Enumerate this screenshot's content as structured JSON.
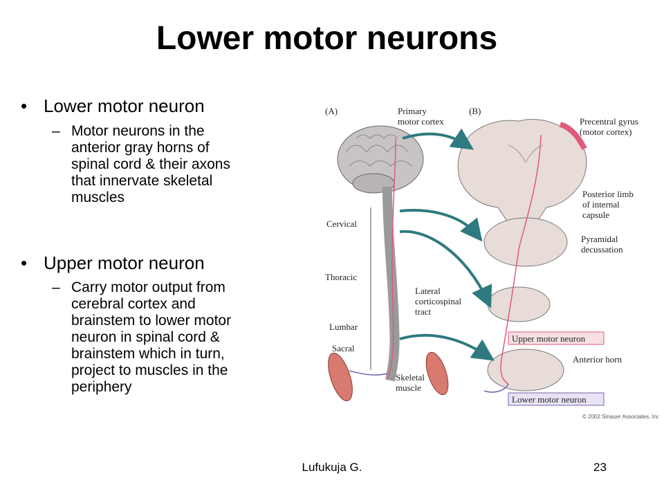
{
  "title": "Lower motor neurons",
  "bullets": [
    {
      "label": "Lower motor neuron",
      "sub": "Motor neurons in the\nanterior gray horns of\nspinal cord & their axons\nthat innervate skeletal\nmuscles"
    },
    {
      "label": "Upper motor neuron",
      "sub": "Carry motor output from\ncerebral cortex and\nbrainstem to lower motor\nneuron in spinal cord &\nbrainstem which in turn,\nproject to muscles in the\nperiphery"
    }
  ],
  "figure": {
    "panel_a": "(A)",
    "panel_b": "(B)",
    "primary_motor_cortex": [
      "Primary",
      "motor cortex"
    ],
    "precentral_gyrus": [
      "Precentral gyrus",
      "(motor cortex)"
    ],
    "posterior_limb": [
      "Posterior limb",
      "of internal",
      "capsule"
    ],
    "pyramidal_decussation": [
      "Pyramidal",
      "decussation"
    ],
    "lateral_corticospinal": [
      "Lateral",
      "corticospinal",
      "tract"
    ],
    "cervical": "Cervical",
    "thoracic": "Thoracic",
    "lumbar": "Lumbar",
    "sacral": "Sacral",
    "upper_motor_neuron": "Upper motor neuron",
    "anterior_horn": "Anterior horn",
    "skeletal_muscle": [
      "Skeletal",
      "muscle"
    ],
    "lower_motor_neuron": "Lower motor neuron",
    "copyright": "© 2002 Sinauer Associates, Inc.",
    "colors": {
      "upper_tract": "#e05a7a",
      "lower_tract": "#7060b0",
      "arrow": "#2e7a80",
      "tissue": "#e8dcd8"
    }
  },
  "footer": {
    "author": "Lufukuja G.",
    "page": "23"
  }
}
